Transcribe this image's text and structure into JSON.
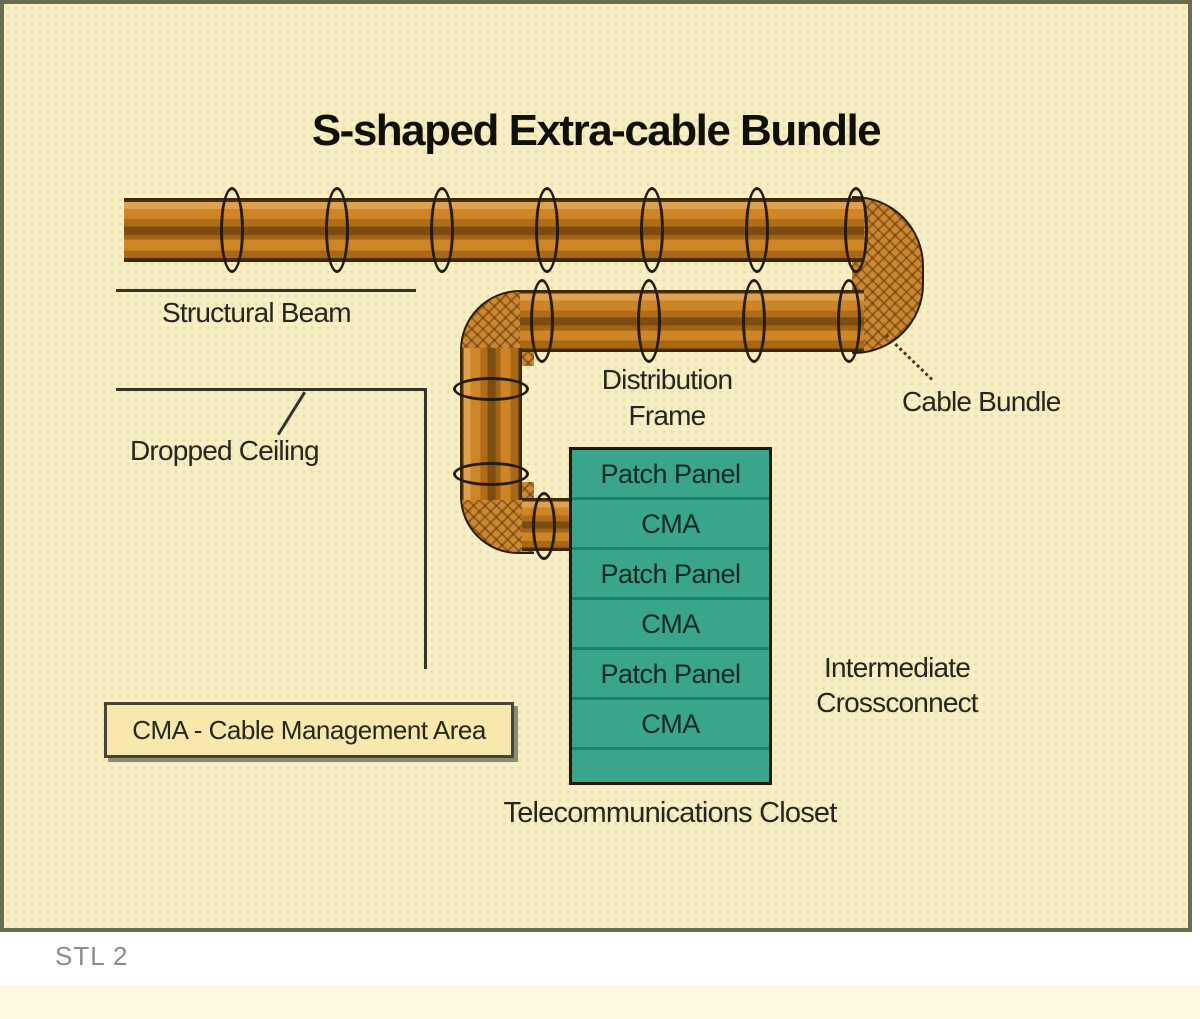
{
  "panel": {
    "title": "S-shaped Extra-cable Bundle",
    "labels": {
      "structural_beam": "Structural Beam",
      "dropped_ceiling": "Dropped Ceiling",
      "distribution_frame_line1": "Distribution",
      "distribution_frame_line2": "Frame",
      "cable_bundle": "Cable Bundle",
      "intermediate_crossconnect_line1": "Intermediate",
      "intermediate_crossconnect_line2": "Crossconnect",
      "telecommunications_closet": "Telecommunications Closet"
    },
    "rack": {
      "rows": [
        "Patch Panel",
        "CMA",
        "Patch Panel",
        "CMA",
        "Patch Panel",
        "CMA"
      ]
    },
    "legend": {
      "text": "CMA - Cable Management Area"
    },
    "colors": {
      "panel_background": "#f8eec6",
      "panel_dot": "#ecdc9f",
      "panel_border": "#6c6c54",
      "cable_orange": "#cd8526",
      "cable_dark_band": "#7b4d10",
      "elbow_hatch": "#cc8830",
      "rack_teal": "#39a58c",
      "rack_separator": "#1f8066",
      "text": "#26261a",
      "caption_gray": "#8b8b8b"
    }
  },
  "footer": {
    "caption": "STL 2"
  }
}
